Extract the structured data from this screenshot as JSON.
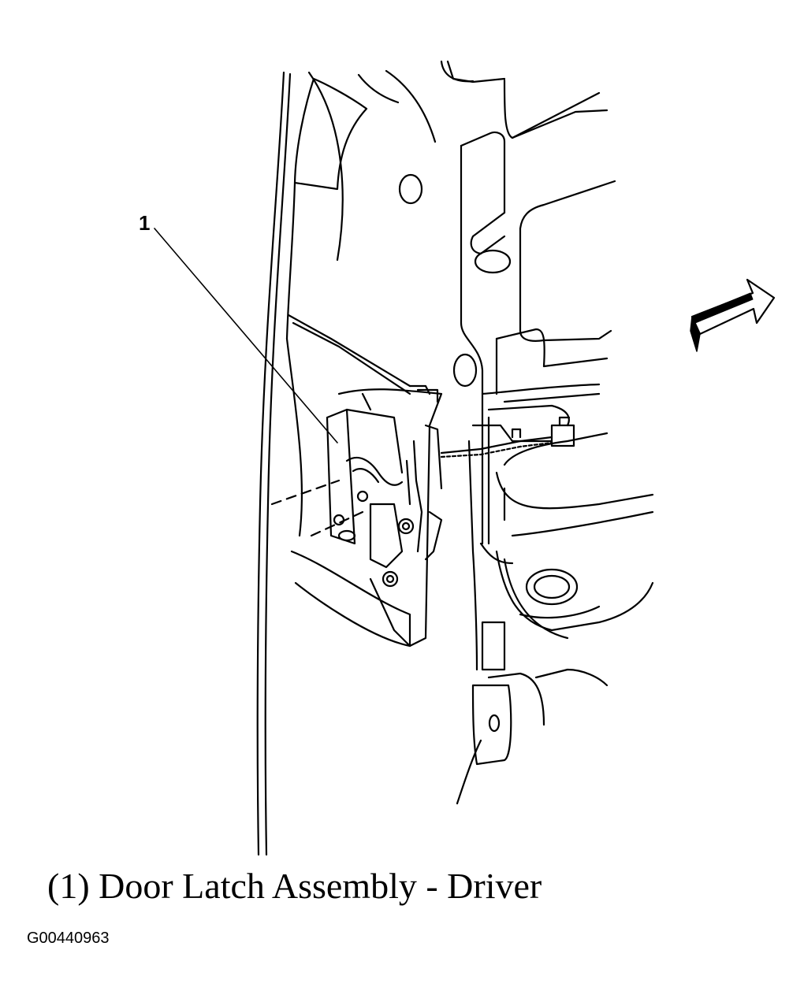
{
  "callout": {
    "number": "1"
  },
  "caption": {
    "text": "(1) Door Latch Assembly - Driver"
  },
  "figure_id": "G00440963",
  "icons": {
    "direction_arrow": "arrow-right-icon"
  },
  "colors": {
    "ink": "#000000",
    "background": "#ffffff"
  }
}
